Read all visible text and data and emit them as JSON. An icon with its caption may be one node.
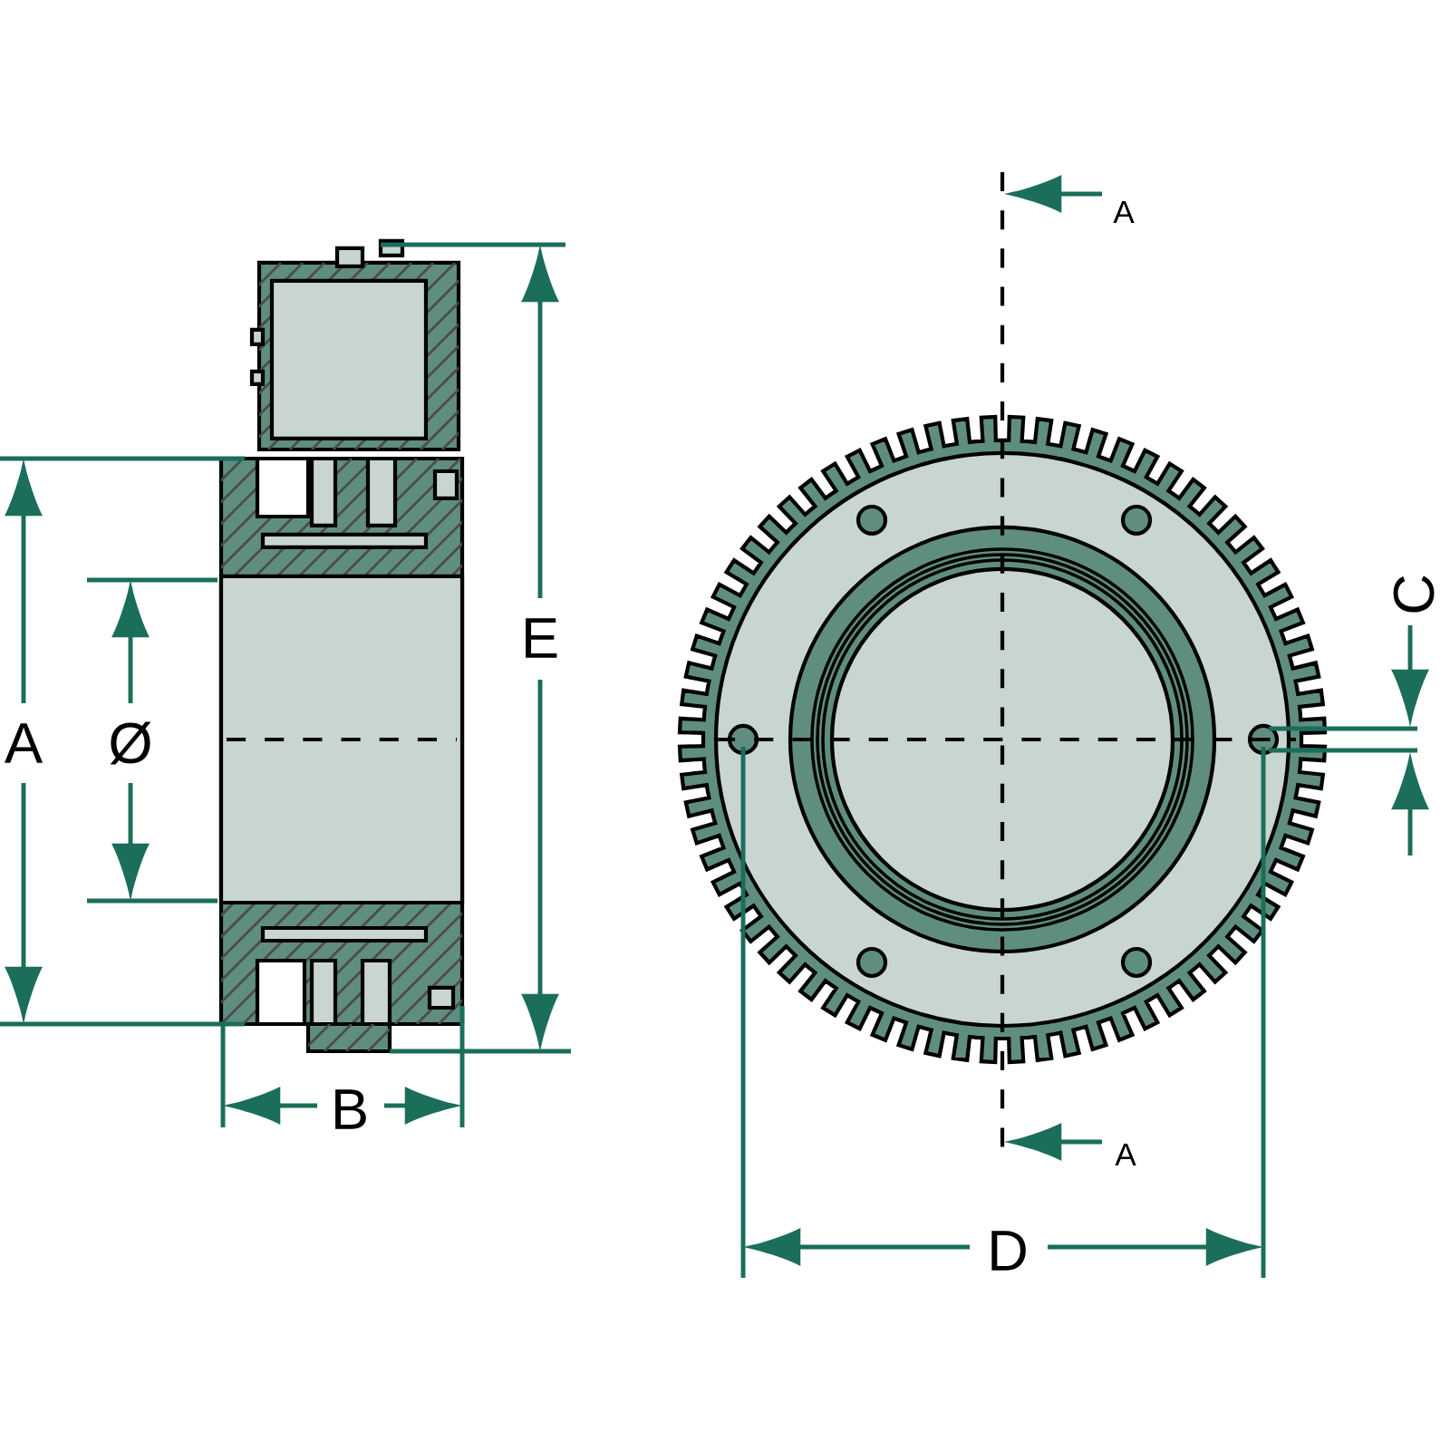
{
  "diagram": {
    "labels": [
      "A",
      "E",
      "C",
      "A",
      "Ø",
      "B",
      "A",
      "D"
    ]
  }
}
